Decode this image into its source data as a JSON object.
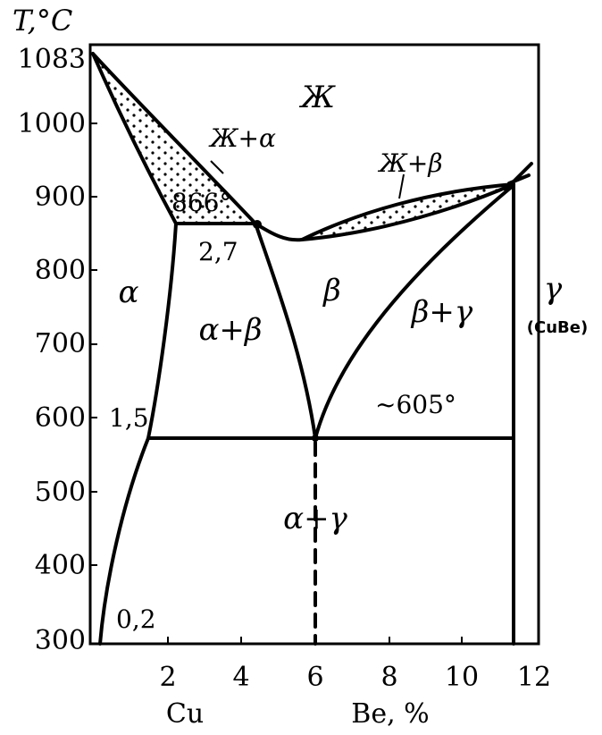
{
  "axes": {
    "y_title": "T,°C",
    "x_title": "Be, %",
    "x_origin_label": "Cu",
    "y_ticks": [
      "1083",
      "1000",
      "900",
      "800",
      "700",
      "600",
      "500",
      "400",
      "300"
    ],
    "x_ticks": [
      "2",
      "4",
      "6",
      "8",
      "10",
      "12"
    ]
  },
  "regions": {
    "liquid": "Ж",
    "liquid_alpha": "Ж+α",
    "liquid_beta": "Ж+β",
    "alpha": "α",
    "alpha_beta": "α+β",
    "beta": "β",
    "beta_gamma": "β+γ",
    "alpha_gamma": "α+γ",
    "gamma": "γ",
    "gamma_phase": "(CuBe)"
  },
  "points": {
    "peritectic_temp": "866°",
    "peritectic_conc": "2,7",
    "solvus_high": "1,5",
    "solvus_low": "0,2",
    "eutectoid_temp": "~605°"
  }
}
